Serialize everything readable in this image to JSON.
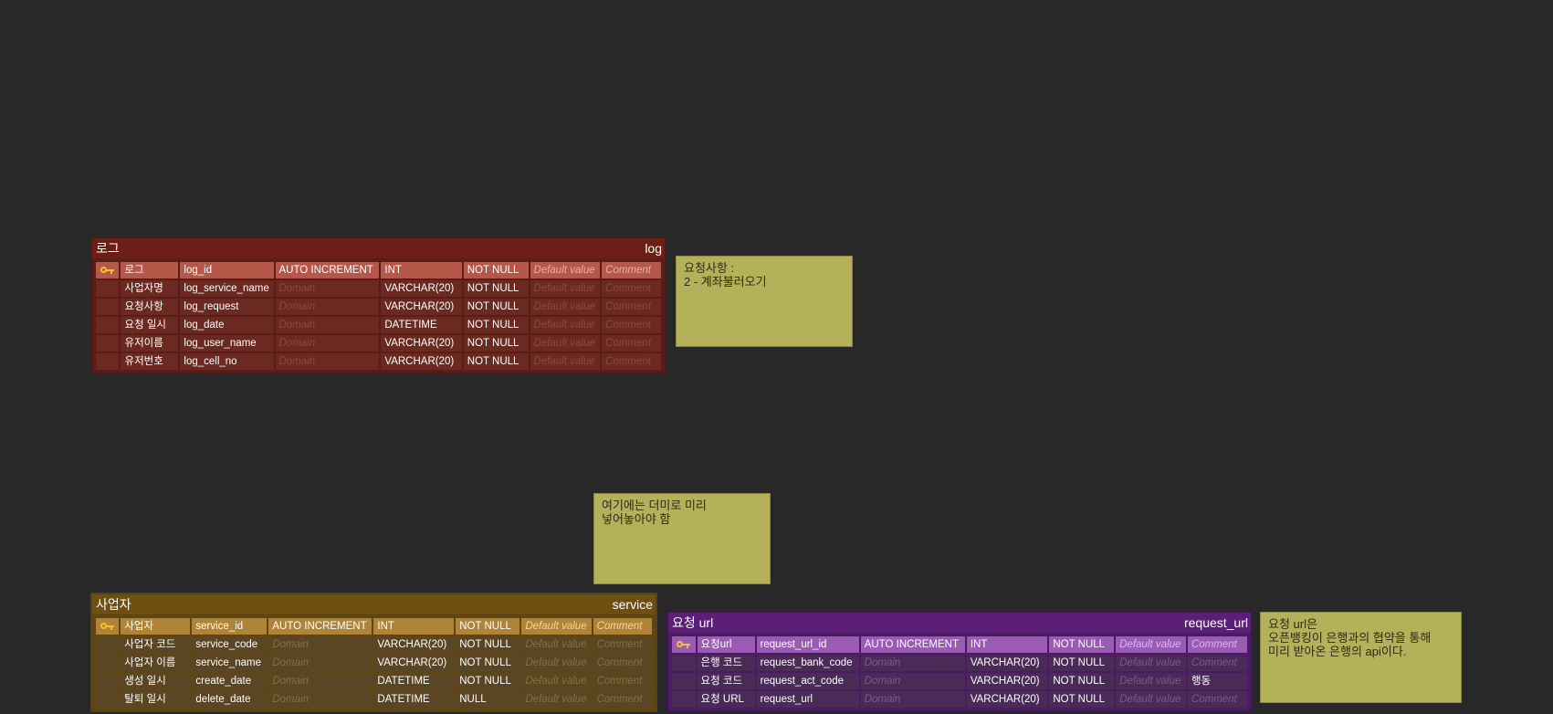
{
  "colors": {
    "background": "#282828",
    "log_table": "#6b1f14",
    "service_table": "#6f4e12",
    "request_table": "#5b1f78",
    "note": "#b5b15b",
    "key_icon": "#f3c12b"
  },
  "tables": {
    "log": {
      "logical_name": "로그",
      "physical_name": "log",
      "rows": [
        {
          "pk": true,
          "logical": "로그",
          "physical": "log_id",
          "domain": "AUTO INCREMENT",
          "type": "INT",
          "null": "NOT NULL",
          "default": "Default value",
          "comment": "Comment"
        },
        {
          "pk": false,
          "logical": "사업자명",
          "physical": "log_service_name",
          "domain": "Domain",
          "type": "VARCHAR(20)",
          "null": "NOT NULL",
          "default": "Default value",
          "comment": "Comment"
        },
        {
          "pk": false,
          "logical": "요청사항",
          "physical": "log_request",
          "domain": "Domain",
          "type": "VARCHAR(20)",
          "null": "NOT NULL",
          "default": "Default value",
          "comment": "Comment"
        },
        {
          "pk": false,
          "logical": "요청 일시",
          "physical": "log_date",
          "domain": "Domain",
          "type": "DATETIME",
          "null": "NOT NULL",
          "default": "Default value",
          "comment": "Comment"
        },
        {
          "pk": false,
          "logical": "유저이름",
          "physical": "log_user_name",
          "domain": "Domain",
          "type": "VARCHAR(20)",
          "null": "NOT NULL",
          "default": "Default value",
          "comment": "Comment"
        },
        {
          "pk": false,
          "logical": "유저번호",
          "physical": "log_cell_no",
          "domain": "Domain",
          "type": "VARCHAR(20)",
          "null": "NOT NULL",
          "default": "Default value",
          "comment": "Comment"
        }
      ]
    },
    "service": {
      "logical_name": "사업자",
      "physical_name": "service",
      "rows": [
        {
          "pk": true,
          "logical": "사업자",
          "physical": "service_id",
          "domain": "AUTO INCREMENT",
          "type": "INT",
          "null": "NOT NULL",
          "default": "Default value",
          "comment": "Comment"
        },
        {
          "pk": false,
          "logical": "사업자 코드",
          "physical": "service_code",
          "domain": "Domain",
          "type": "VARCHAR(20)",
          "null": "NOT NULL",
          "default": "Default value",
          "comment": "Comment"
        },
        {
          "pk": false,
          "logical": "사업자 이름",
          "physical": "service_name",
          "domain": "Domain",
          "type": "VARCHAR(20)",
          "null": "NOT NULL",
          "default": "Default value",
          "comment": "Comment"
        },
        {
          "pk": false,
          "logical": "생성 일시",
          "physical": "create_date",
          "domain": "Domain",
          "type": "DATETIME",
          "null": "NOT NULL",
          "default": "Default value",
          "comment": "Comment"
        },
        {
          "pk": false,
          "logical": "탈퇴 일시",
          "physical": "delete_date",
          "domain": "Domain",
          "type": "DATETIME",
          "null": "NULL",
          "default": "Default value",
          "comment": "Comment"
        }
      ]
    },
    "request_url": {
      "logical_name": "요청 url",
      "physical_name": "request_url",
      "rows": [
        {
          "pk": true,
          "logical": "요청url",
          "physical": "request_url_id",
          "domain": "AUTO INCREMENT",
          "type": "INT",
          "null": "NOT NULL",
          "default": "Default value",
          "comment": "Comment"
        },
        {
          "pk": false,
          "logical": "은행 코드",
          "physical": "request_bank_code",
          "domain": "Domain",
          "type": "VARCHAR(20)",
          "null": "NOT NULL",
          "default": "Default value",
          "comment": "Comment"
        },
        {
          "pk": false,
          "logical": "요청 코드",
          "physical": "request_act_code",
          "domain": "Domain",
          "type": "VARCHAR(20)",
          "null": "NOT NULL",
          "default": "Default value",
          "comment": "행동"
        },
        {
          "pk": false,
          "logical": "요청 URL",
          "physical": "request_url",
          "domain": "Domain",
          "type": "VARCHAR(20)",
          "null": "NOT NULL",
          "default": "Default value",
          "comment": "Comment"
        }
      ]
    }
  },
  "notes": {
    "log_note": "요청사항 :\n2 - 계좌불러오기",
    "dummy_note": "여기에는 더미로 미리\n넣어놓아야 함",
    "request_note": "요청 url은\n오픈뱅킹이 은행과의 협약을 통해\n미리 받아온 은행의 api이다."
  }
}
